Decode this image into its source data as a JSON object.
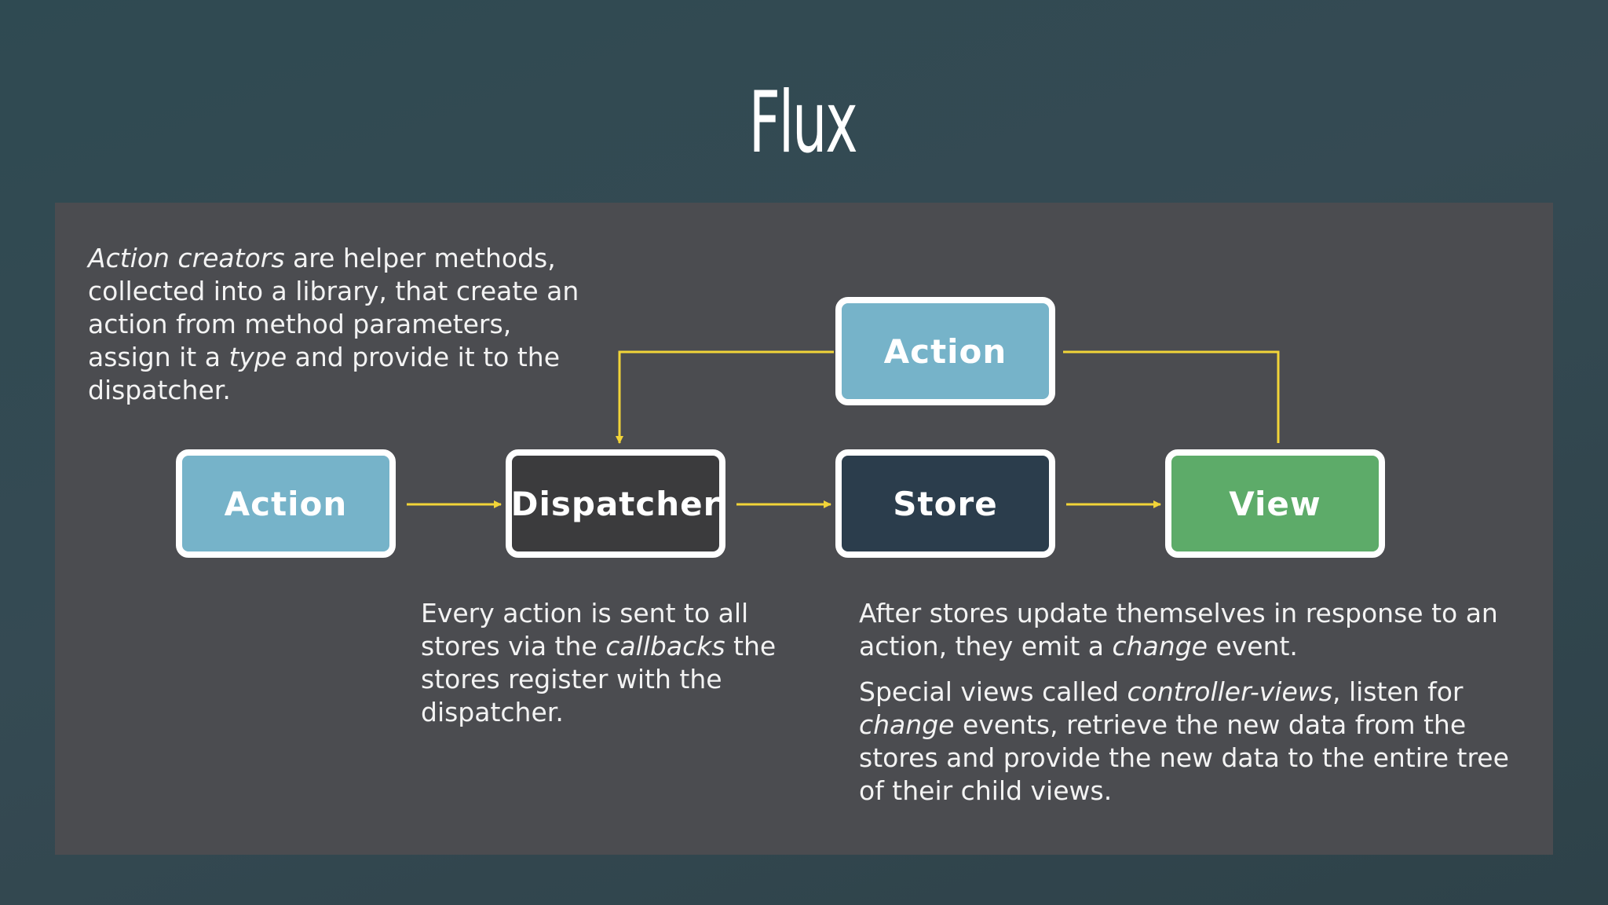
{
  "title": "Flux",
  "colors": {
    "connector": "#f2d438",
    "action": "#76b3c9",
    "dispatcher": "#3b3b3d",
    "store": "#2b3d4c",
    "view": "#5dab69"
  },
  "nodes": {
    "action_top": "Action",
    "action": "Action",
    "dispatcher": "Dispatcher",
    "store": "Store",
    "view": "View"
  },
  "notes": {
    "action_creators": {
      "t1": "Action creators",
      "t2": " are helper methods, collected into a library, that create an action from method parameters, assign it a ",
      "t3": "type",
      "t4": " and provide it to the dispatcher."
    },
    "dispatcher": {
      "t1": "Every action is sent to all stores via the ",
      "t2": "callbacks",
      "t3": " the stores register with the dispatcher."
    },
    "store": {
      "p1": {
        "t1": "After stores update themselves in response to an action, they emit a ",
        "t2": "change",
        "t3": " event."
      },
      "p2": {
        "t1": "Special views called ",
        "t2": "controller-views",
        "t3": ", listen for ",
        "t4": "change",
        "t5": " events, retrieve the new data from the stores and provide the new data to the entire tree of their child views."
      }
    }
  }
}
